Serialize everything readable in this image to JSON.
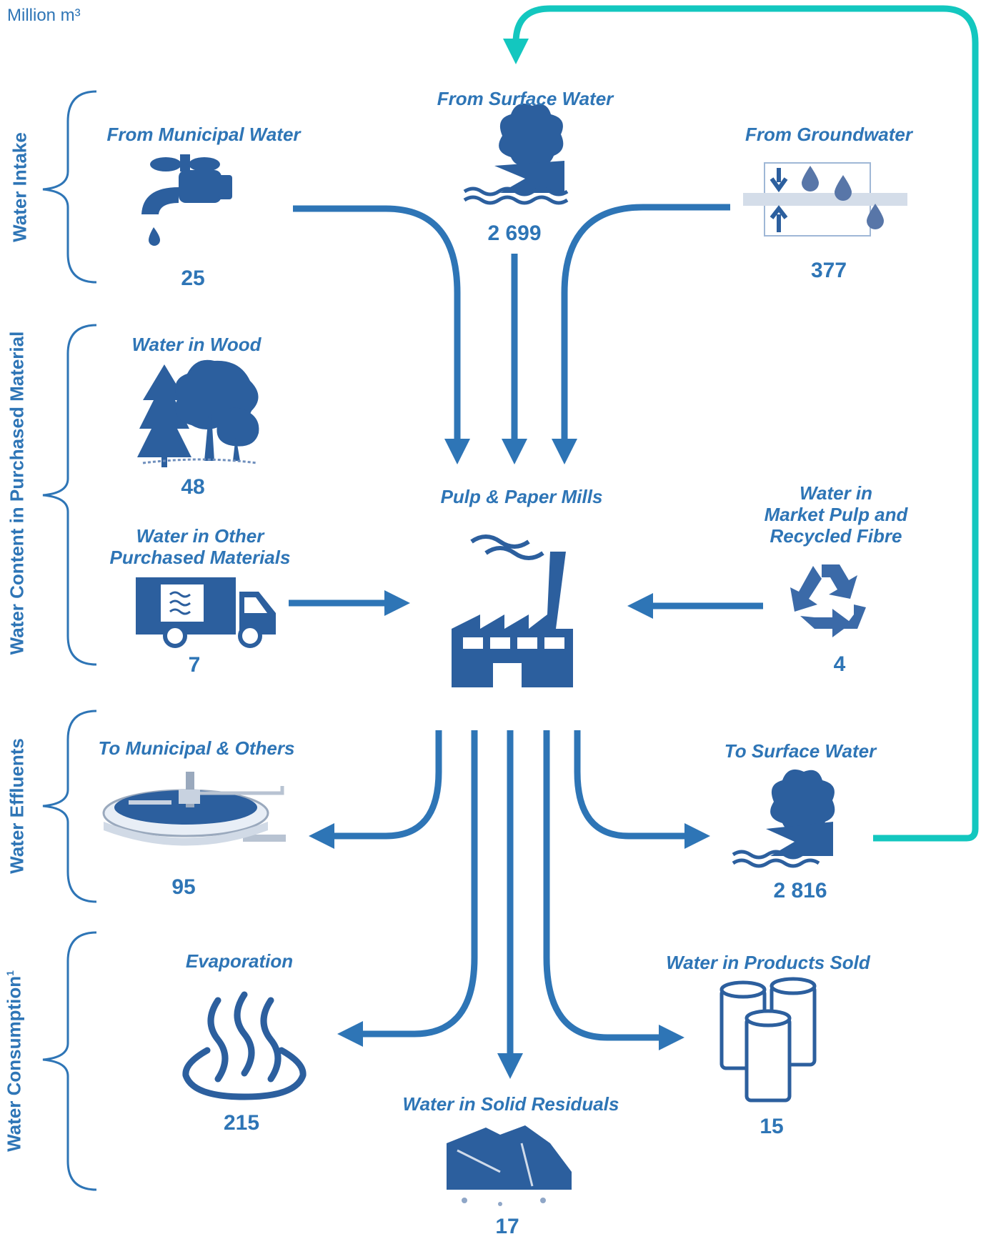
{
  "unit": "Million m³",
  "groups": {
    "intake": "Water Intake",
    "purchased": "Water Content in Purchased Material",
    "effluents": "Water Effluents",
    "consumption": "Water Consumption",
    "consumption_note": "1"
  },
  "nodes": {
    "municipal_in": {
      "label": "From Municipal Water",
      "value": "25"
    },
    "surface_in": {
      "label": "From Surface Water",
      "value": "2 699"
    },
    "groundwater": {
      "label": "From Groundwater",
      "value": "377"
    },
    "wood": {
      "label": "Water in Wood",
      "value": "48"
    },
    "other_purchased": {
      "label_line1": "Water in Other",
      "label_line2": "Purchased Materials",
      "value": "7"
    },
    "mills": {
      "label": "Pulp & Paper Mills"
    },
    "market_pulp": {
      "label_line1": "Water in",
      "label_line2": "Market Pulp and",
      "label_line3": "Recycled Fibre",
      "value": "4"
    },
    "municipal_out": {
      "label": "To Municipal & Others",
      "value": "95"
    },
    "surface_out": {
      "label": "To Surface Water",
      "value": "2 816"
    },
    "evaporation": {
      "label": "Evaporation",
      "value": "215"
    },
    "solid_residuals": {
      "label": "Water in Solid Residuals",
      "value": "17"
    },
    "products_sold": {
      "label": "Water in Products Sold",
      "value": "15"
    }
  },
  "colors": {
    "primary": "#2e75b6",
    "icon": "#2c5f9e",
    "loop": "#13c7bf"
  },
  "icons": [
    "faucet-icon",
    "river-tree-icon",
    "groundwater-icon",
    "forest-icon",
    "truck-icon",
    "factory-icon",
    "recycle-icon",
    "treatment-plant-icon",
    "steam-icon",
    "rocks-icon",
    "paper-rolls-icon"
  ]
}
